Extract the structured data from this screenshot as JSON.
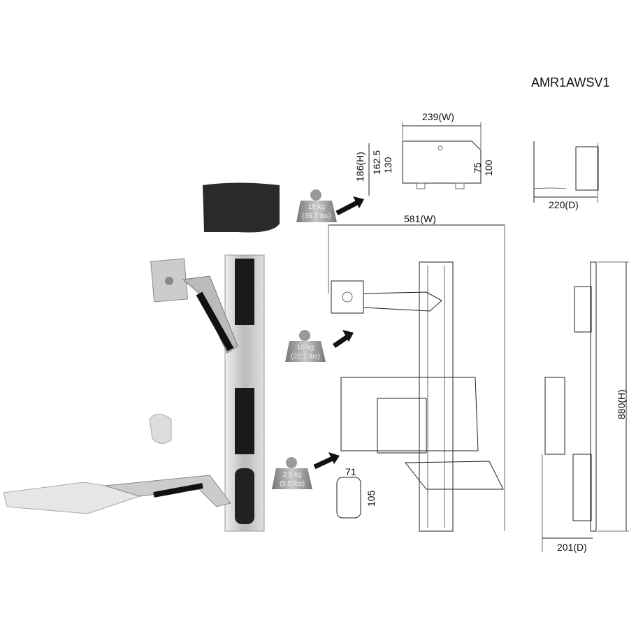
{
  "model": "AMR1AWSV1",
  "dimensions": {
    "top_width": "239(W)",
    "top_height": "186(H)",
    "top_h1": "162.5",
    "top_h2": "130",
    "top_h3": "75",
    "top_h4": "100",
    "top_depth": "220(D)",
    "mid_width": "581(W)",
    "side_height": "880(H)",
    "side_depth": "201(D)",
    "holder_width": "71",
    "holder_height": "105"
  },
  "weights": [
    {
      "kg": "18 kg",
      "lbs": "(39.7 lbs)"
    },
    {
      "kg": "10 kg",
      "lbs": "(22.1 lbs)"
    },
    {
      "kg": "2.5 kg",
      "lbs": "(5.5 lbs)"
    }
  ],
  "colors": {
    "pole": "#c8c8c8",
    "channel": "#1a1a1a",
    "tray": "#2a2a2a",
    "weight": "#9a9a9a"
  }
}
